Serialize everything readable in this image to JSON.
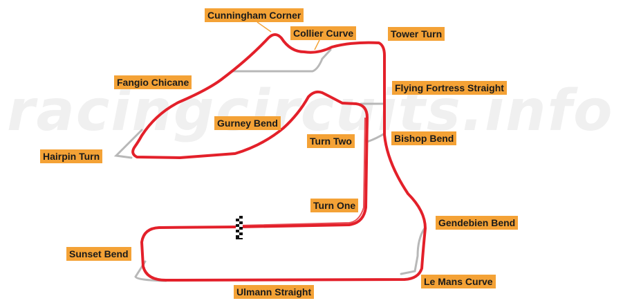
{
  "watermark": "racingcircuits.info",
  "colors": {
    "track": "#e3202a",
    "shortcut": "#b8b8b8",
    "label_bg": "#f4a236"
  },
  "corners": [
    {
      "id": "cunningham",
      "name": "Cunningham Corner"
    },
    {
      "id": "collier",
      "name": "Collier Curve"
    },
    {
      "id": "tower",
      "name": "Tower Turn"
    },
    {
      "id": "fangio",
      "name": "Fangio Chicane"
    },
    {
      "id": "flying-fortress",
      "name": "Flying Fortress Straight"
    },
    {
      "id": "gurney",
      "name": "Gurney Bend"
    },
    {
      "id": "turn-two",
      "name": "Turn Two"
    },
    {
      "id": "bishop",
      "name": "Bishop Bend"
    },
    {
      "id": "hairpin",
      "name": "Hairpin Turn"
    },
    {
      "id": "turn-one",
      "name": "Turn One"
    },
    {
      "id": "gendebien",
      "name": "Gendebien Bend"
    },
    {
      "id": "sunset",
      "name": "Sunset Bend"
    },
    {
      "id": "le-mans",
      "name": "Le Mans Curve"
    },
    {
      "id": "ulmann",
      "name": "Ulmann Straight"
    }
  ]
}
